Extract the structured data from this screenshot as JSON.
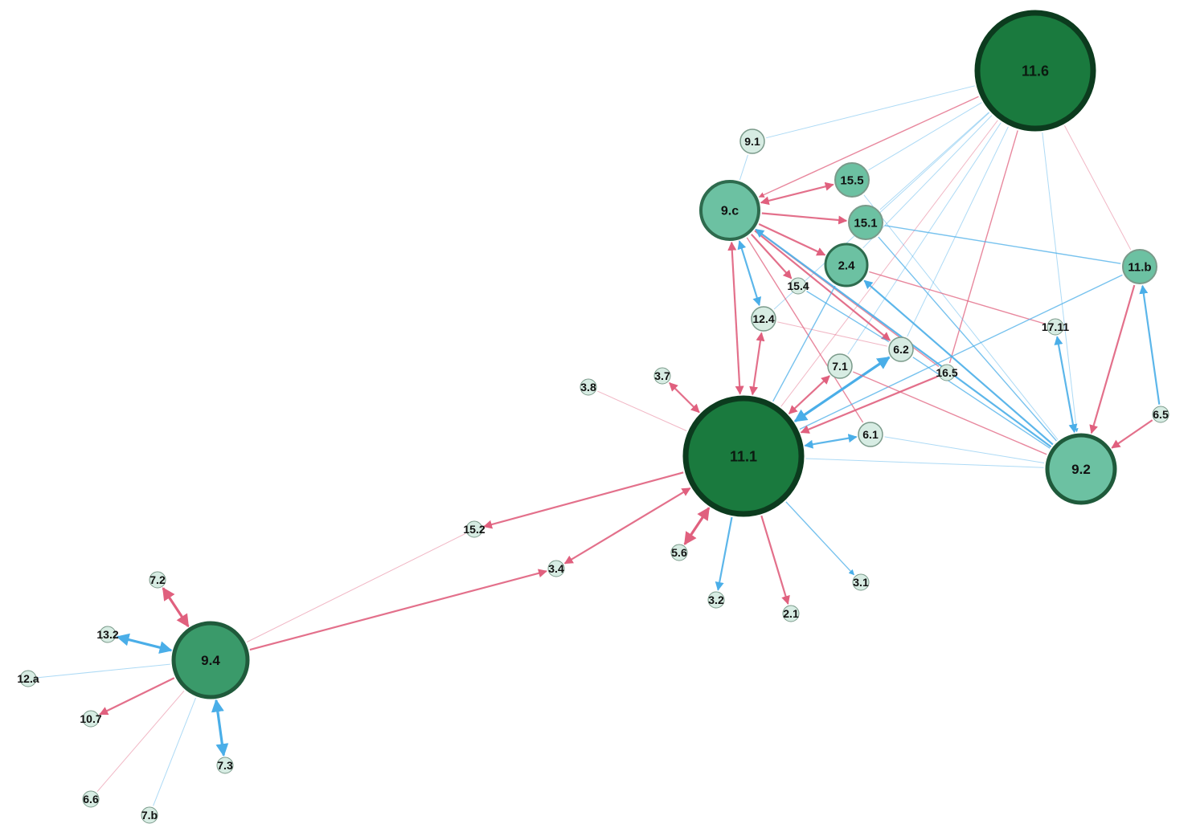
{
  "colors": {
    "negative": "#e0607e",
    "positive": "#4aaee8",
    "node_small_fill": "#d7ece3",
    "node_small_stroke": "#7a9a8a",
    "node_mid_fill": "#6cc1a2",
    "node_mid_stroke": "#2e6b4e",
    "node_big_fill": "#3a9a6a",
    "node_big_stroke": "#1f5a3b",
    "node_hub_fill": "#1a7a3e",
    "node_hub_stroke": "#0c3b1e"
  },
  "nodes": [
    {
      "id": "11.6",
      "label": "11.6",
      "tier": "hub"
    },
    {
      "id": "11.1",
      "label": "11.1",
      "tier": "hub"
    },
    {
      "id": "9.4",
      "label": "9.4",
      "tier": "big"
    },
    {
      "id": "9.2",
      "label": "9.2",
      "tier": "big2"
    },
    {
      "id": "9.c",
      "label": "9.c",
      "tier": "mid"
    },
    {
      "id": "2.4",
      "label": "2.4",
      "tier": "mid2"
    },
    {
      "id": "15.5",
      "label": "15.5",
      "tier": "small2"
    },
    {
      "id": "15.1",
      "label": "15.1",
      "tier": "small2"
    },
    {
      "id": "11.b",
      "label": "11.b",
      "tier": "small2"
    },
    {
      "id": "9.1",
      "label": "9.1",
      "tier": "small"
    },
    {
      "id": "6.2",
      "label": "6.2",
      "tier": "small"
    },
    {
      "id": "12.4",
      "label": "12.4",
      "tier": "small"
    },
    {
      "id": "7.1",
      "label": "7.1",
      "tier": "small"
    },
    {
      "id": "6.1",
      "label": "6.1",
      "tier": "small"
    },
    {
      "id": "15.4",
      "label": "15.4",
      "tier": "tiny"
    },
    {
      "id": "17.11",
      "label": "17.11",
      "tier": "tiny"
    },
    {
      "id": "16.5",
      "label": "16.5",
      "tier": "tiny"
    },
    {
      "id": "6.5",
      "label": "6.5",
      "tier": "tiny"
    },
    {
      "id": "3.8",
      "label": "3.8",
      "tier": "tiny"
    },
    {
      "id": "3.7",
      "label": "3.7",
      "tier": "tiny"
    },
    {
      "id": "15.2",
      "label": "15.2",
      "tier": "tiny"
    },
    {
      "id": "3.4",
      "label": "3.4",
      "tier": "tiny"
    },
    {
      "id": "5.6",
      "label": "5.6",
      "tier": "tiny"
    },
    {
      "id": "3.2",
      "label": "3.2",
      "tier": "tiny"
    },
    {
      "id": "2.1",
      "label": "2.1",
      "tier": "tiny"
    },
    {
      "id": "3.1",
      "label": "3.1",
      "tier": "tiny"
    },
    {
      "id": "7.2",
      "label": "7.2",
      "tier": "tiny"
    },
    {
      "id": "13.2",
      "label": "13.2",
      "tier": "tiny"
    },
    {
      "id": "12.a",
      "label": "12.a",
      "tier": "tiny"
    },
    {
      "id": "10.7",
      "label": "10.7",
      "tier": "tiny"
    },
    {
      "id": "7.3",
      "label": "7.3",
      "tier": "tiny"
    },
    {
      "id": "6.6",
      "label": "6.6",
      "tier": "tiny"
    },
    {
      "id": "7.b",
      "label": "7.b",
      "tier": "tiny"
    }
  ],
  "edges": [
    {
      "source": "11.6",
      "target": "9.1",
      "kind": "positive",
      "weight": "faint",
      "dir": "none"
    },
    {
      "source": "11.6",
      "target": "9.c",
      "kind": "negative",
      "weight": "thin",
      "dir": "end"
    },
    {
      "source": "11.6",
      "target": "15.5",
      "kind": "positive",
      "weight": "faint",
      "dir": "none"
    },
    {
      "source": "11.6",
      "target": "15.1",
      "kind": "positive",
      "weight": "faint",
      "dir": "none"
    },
    {
      "source": "11.6",
      "target": "11.b",
      "kind": "negative",
      "weight": "faint",
      "dir": "none"
    },
    {
      "source": "11.6",
      "target": "9.2",
      "kind": "positive",
      "weight": "faint",
      "dir": "end"
    },
    {
      "source": "11.6",
      "target": "11.1",
      "kind": "negative",
      "weight": "faint",
      "dir": "none"
    },
    {
      "source": "11.6",
      "target": "16.5",
      "kind": "negative",
      "weight": "thin",
      "dir": "none"
    },
    {
      "source": "11.6",
      "target": "6.2",
      "kind": "positive",
      "weight": "faint",
      "dir": "none"
    },
    {
      "source": "11.6",
      "target": "7.1",
      "kind": "positive",
      "weight": "faint",
      "dir": "none"
    },
    {
      "source": "11.6",
      "target": "12.4",
      "kind": "positive",
      "weight": "faint",
      "dir": "none"
    },
    {
      "source": "11.6",
      "target": "2.4",
      "kind": "positive",
      "weight": "faint",
      "dir": "none"
    },
    {
      "source": "9.1",
      "target": "9.c",
      "kind": "positive",
      "weight": "faint",
      "dir": "none"
    },
    {
      "source": "9.c",
      "target": "15.5",
      "kind": "negative",
      "weight": "medium",
      "dir": "both"
    },
    {
      "source": "9.c",
      "target": "15.1",
      "kind": "negative",
      "weight": "medium",
      "dir": "end"
    },
    {
      "source": "9.c",
      "target": "2.4",
      "kind": "negative",
      "weight": "medium",
      "dir": "end"
    },
    {
      "source": "9.c",
      "target": "15.4",
      "kind": "negative",
      "weight": "medium",
      "dir": "end"
    },
    {
      "source": "9.c",
      "target": "6.2",
      "kind": "negative",
      "weight": "medium",
      "dir": "end"
    },
    {
      "source": "9.c",
      "target": "12.4",
      "kind": "positive",
      "weight": "medium",
      "dir": "both"
    },
    {
      "source": "9.c",
      "target": "11.1",
      "kind": "negative",
      "weight": "medium",
      "dir": "both"
    },
    {
      "source": "9.c",
      "target": "6.1",
      "kind": "negative",
      "weight": "thin",
      "dir": "none"
    },
    {
      "source": "9.c",
      "target": "16.5",
      "kind": "negative",
      "weight": "thin",
      "dir": "none"
    },
    {
      "source": "9.c",
      "target": "9.2",
      "kind": "positive",
      "weight": "medium",
      "dir": "start"
    },
    {
      "source": "15.1",
      "target": "11.b",
      "kind": "positive",
      "weight": "thin",
      "dir": "none"
    },
    {
      "source": "15.1",
      "target": "9.2",
      "kind": "positive",
      "weight": "thin",
      "dir": "none"
    },
    {
      "source": "15.5",
      "target": "9.2",
      "kind": "positive",
      "weight": "faint",
      "dir": "none"
    },
    {
      "source": "2.4",
      "target": "9.2",
      "kind": "positive",
      "weight": "medium",
      "dir": "start"
    },
    {
      "source": "2.4",
      "target": "17.11",
      "kind": "negative",
      "weight": "thin",
      "dir": "none"
    },
    {
      "source": "2.4",
      "target": "11.1",
      "kind": "positive",
      "weight": "thin",
      "dir": "none"
    },
    {
      "source": "15.4",
      "target": "6.2",
      "kind": "positive",
      "weight": "thin",
      "dir": "none"
    },
    {
      "source": "12.4",
      "target": "11.1",
      "kind": "negative",
      "weight": "medium",
      "dir": "both"
    },
    {
      "source": "12.4",
      "target": "6.2",
      "kind": "negative",
      "weight": "faint",
      "dir": "none"
    },
    {
      "source": "11.b",
      "target": "9.2",
      "kind": "negative",
      "weight": "medium",
      "dir": "end"
    },
    {
      "source": "11.b",
      "target": "11.1",
      "kind": "positive",
      "weight": "thin",
      "dir": "none"
    },
    {
      "source": "6.5",
      "target": "11.b",
      "kind": "positive",
      "weight": "medium",
      "dir": "end"
    },
    {
      "source": "6.5",
      "target": "9.2",
      "kind": "negative",
      "weight": "medium",
      "dir": "end"
    },
    {
      "source": "17.11",
      "target": "9.2",
      "kind": "positive",
      "weight": "medium",
      "dir": "both"
    },
    {
      "source": "16.5",
      "target": "11.1",
      "kind": "negative",
      "weight": "medium",
      "dir": "end"
    },
    {
      "source": "6.2",
      "target": "11.1",
      "kind": "positive",
      "weight": "thick",
      "dir": "both"
    },
    {
      "source": "6.2",
      "target": "9.2",
      "kind": "positive",
      "weight": "thin",
      "dir": "none"
    },
    {
      "source": "7.1",
      "target": "11.1",
      "kind": "negative",
      "weight": "medium",
      "dir": "both"
    },
    {
      "source": "7.1",
      "target": "9.2",
      "kind": "negative",
      "weight": "thin",
      "dir": "none"
    },
    {
      "source": "6.1",
      "target": "11.1",
      "kind": "positive",
      "weight": "medium",
      "dir": "both"
    },
    {
      "source": "9.2",
      "target": "11.1",
      "kind": "positive",
      "weight": "faint",
      "dir": "none"
    },
    {
      "source": "9.2",
      "target": "6.1",
      "kind": "positive",
      "weight": "faint",
      "dir": "none"
    },
    {
      "source": "3.8",
      "target": "11.1",
      "kind": "negative",
      "weight": "faint",
      "dir": "none"
    },
    {
      "source": "3.7",
      "target": "11.1",
      "kind": "negative",
      "weight": "medium",
      "dir": "both"
    },
    {
      "source": "11.1",
      "target": "15.2",
      "kind": "negative",
      "weight": "medium",
      "dir": "end"
    },
    {
      "source": "11.1",
      "target": "3.4",
      "kind": "negative",
      "weight": "medium",
      "dir": "both"
    },
    {
      "source": "11.1",
      "target": "5.6",
      "kind": "negative",
      "weight": "thick",
      "dir": "both"
    },
    {
      "source": "11.1",
      "target": "3.2",
      "kind": "positive",
      "weight": "medium",
      "dir": "end"
    },
    {
      "source": "11.1",
      "target": "2.1",
      "kind": "negative",
      "weight": "medium",
      "dir": "end"
    },
    {
      "source": "11.1",
      "target": "3.1",
      "kind": "positive",
      "weight": "thin",
      "dir": "end"
    },
    {
      "source": "9.4",
      "target": "15.2",
      "kind": "negative",
      "weight": "faint",
      "dir": "none"
    },
    {
      "source": "9.4",
      "target": "3.4",
      "kind": "negative",
      "weight": "medium",
      "dir": "end"
    },
    {
      "source": "9.4",
      "target": "7.2",
      "kind": "negative",
      "weight": "thick",
      "dir": "both"
    },
    {
      "source": "9.4",
      "target": "13.2",
      "kind": "positive",
      "weight": "thick",
      "dir": "both"
    },
    {
      "source": "9.4",
      "target": "12.a",
      "kind": "positive",
      "weight": "faint",
      "dir": "none"
    },
    {
      "source": "9.4",
      "target": "10.7",
      "kind": "negative",
      "weight": "medium",
      "dir": "end"
    },
    {
      "source": "9.4",
      "target": "7.3",
      "kind": "positive",
      "weight": "thick",
      "dir": "both"
    },
    {
      "source": "9.4",
      "target": "6.6",
      "kind": "negative",
      "weight": "faint",
      "dir": "none"
    },
    {
      "source": "9.4",
      "target": "7.b",
      "kind": "positive",
      "weight": "faint",
      "dir": "none"
    }
  ]
}
